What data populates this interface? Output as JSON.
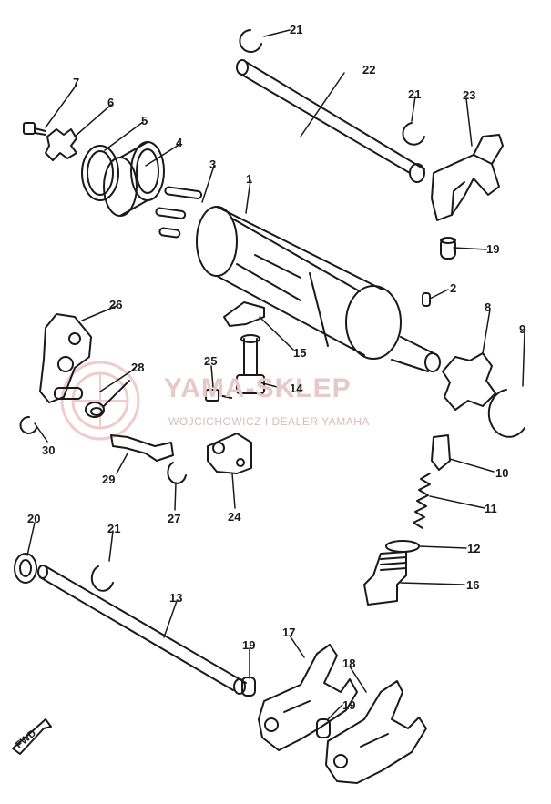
{
  "watermark": {
    "brand": "YAMA-SKLEP",
    "sub": "WOJCICHOWICZ I DEALER YAMAHA",
    "color": "#e08080"
  },
  "direction_mark": "FWD",
  "callouts": [
    {
      "id": "c21a",
      "text": "21"
    },
    {
      "id": "c22",
      "text": "22"
    },
    {
      "id": "c7",
      "text": "7"
    },
    {
      "id": "c6",
      "text": "6"
    },
    {
      "id": "c21b",
      "text": "21"
    },
    {
      "id": "c23",
      "text": "23"
    },
    {
      "id": "c5",
      "text": "5"
    },
    {
      "id": "c4",
      "text": "4"
    },
    {
      "id": "c3",
      "text": "3"
    },
    {
      "id": "c1",
      "text": "1"
    },
    {
      "id": "c19a",
      "text": "19"
    },
    {
      "id": "c2",
      "text": "2"
    },
    {
      "id": "c26",
      "text": "26"
    },
    {
      "id": "c8",
      "text": "8"
    },
    {
      "id": "c9",
      "text": "9"
    },
    {
      "id": "c15",
      "text": "15"
    },
    {
      "id": "c25",
      "text": "25"
    },
    {
      "id": "c28",
      "text": "28"
    },
    {
      "id": "c14",
      "text": "14"
    },
    {
      "id": "c30",
      "text": "30"
    },
    {
      "id": "c10",
      "text": "10"
    },
    {
      "id": "c29",
      "text": "29"
    },
    {
      "id": "c11",
      "text": "11"
    },
    {
      "id": "c27",
      "text": "27"
    },
    {
      "id": "c24",
      "text": "24"
    },
    {
      "id": "c20",
      "text": "20"
    },
    {
      "id": "c21c",
      "text": "21"
    },
    {
      "id": "c12",
      "text": "12"
    },
    {
      "id": "c13",
      "text": "13"
    },
    {
      "id": "c16",
      "text": "16"
    },
    {
      "id": "c17",
      "text": "17"
    },
    {
      "id": "c19b",
      "text": "19"
    },
    {
      "id": "c18",
      "text": "18"
    },
    {
      "id": "c19c",
      "text": "19"
    }
  ]
}
